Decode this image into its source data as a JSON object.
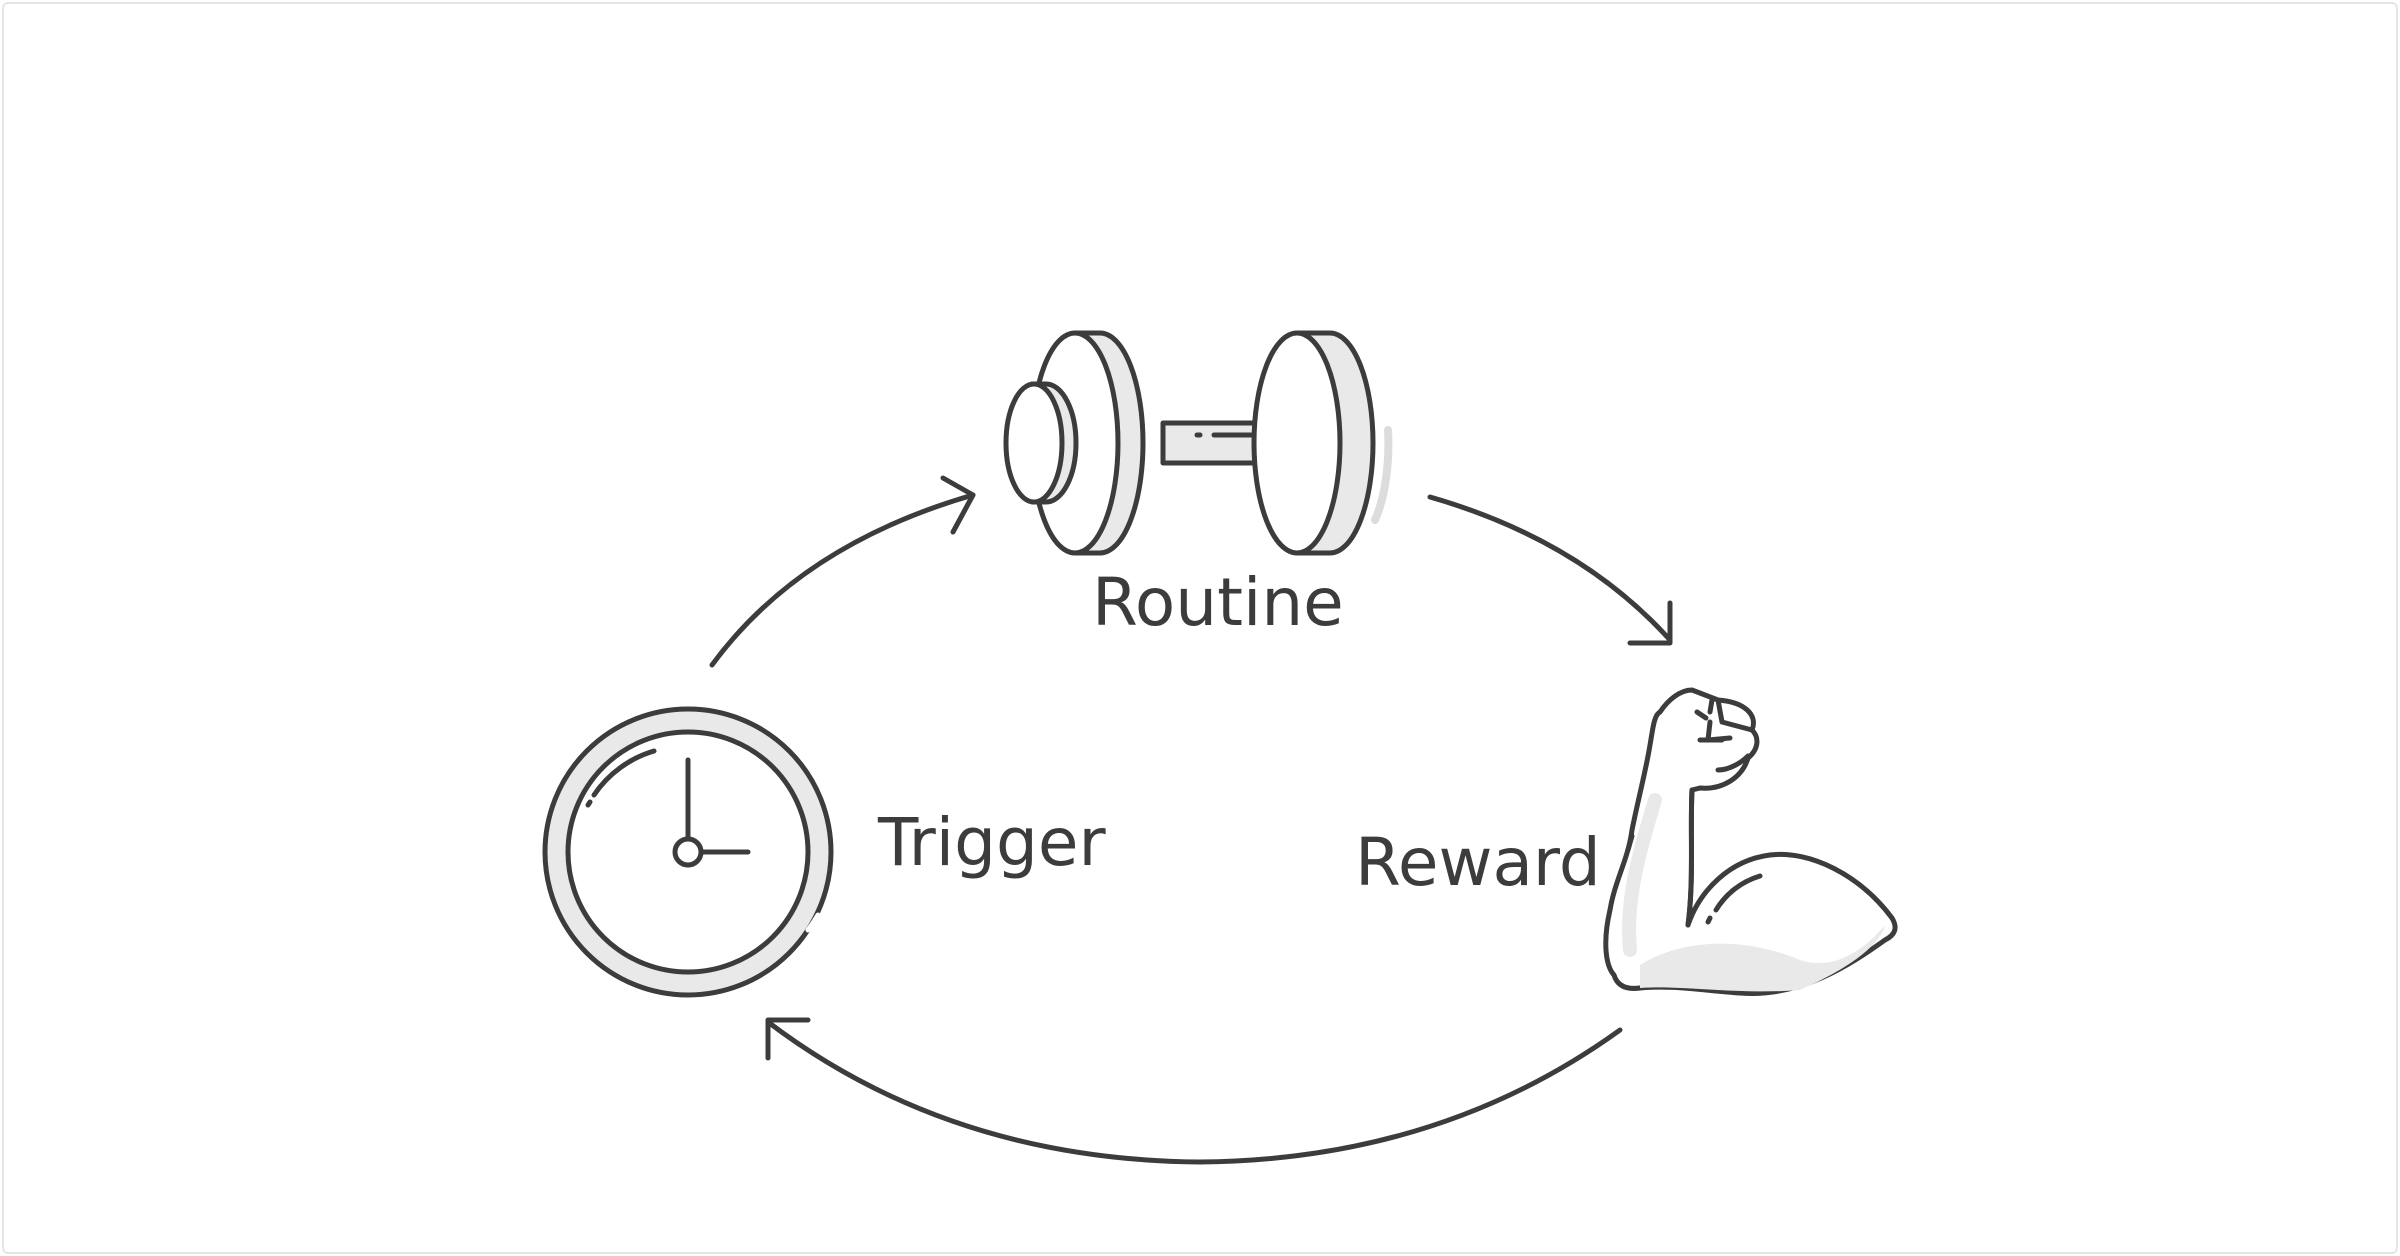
{
  "diagram": {
    "type": "cycle",
    "nodes": [
      {
        "id": "routine",
        "label": "Routine",
        "icon": "dumbbell-icon"
      },
      {
        "id": "reward",
        "label": "Reward",
        "icon": "flexed-arm-icon"
      },
      {
        "id": "trigger",
        "label": "Trigger",
        "icon": "clock-icon"
      }
    ],
    "edges": [
      {
        "from": "trigger",
        "to": "routine"
      },
      {
        "from": "routine",
        "to": "reward"
      },
      {
        "from": "reward",
        "to": "trigger"
      }
    ],
    "colors": {
      "stroke": "#3c3c3c",
      "fill_light": "#e9e9e9",
      "background": "#ffffff",
      "frame_border": "#e6e6e6"
    }
  }
}
